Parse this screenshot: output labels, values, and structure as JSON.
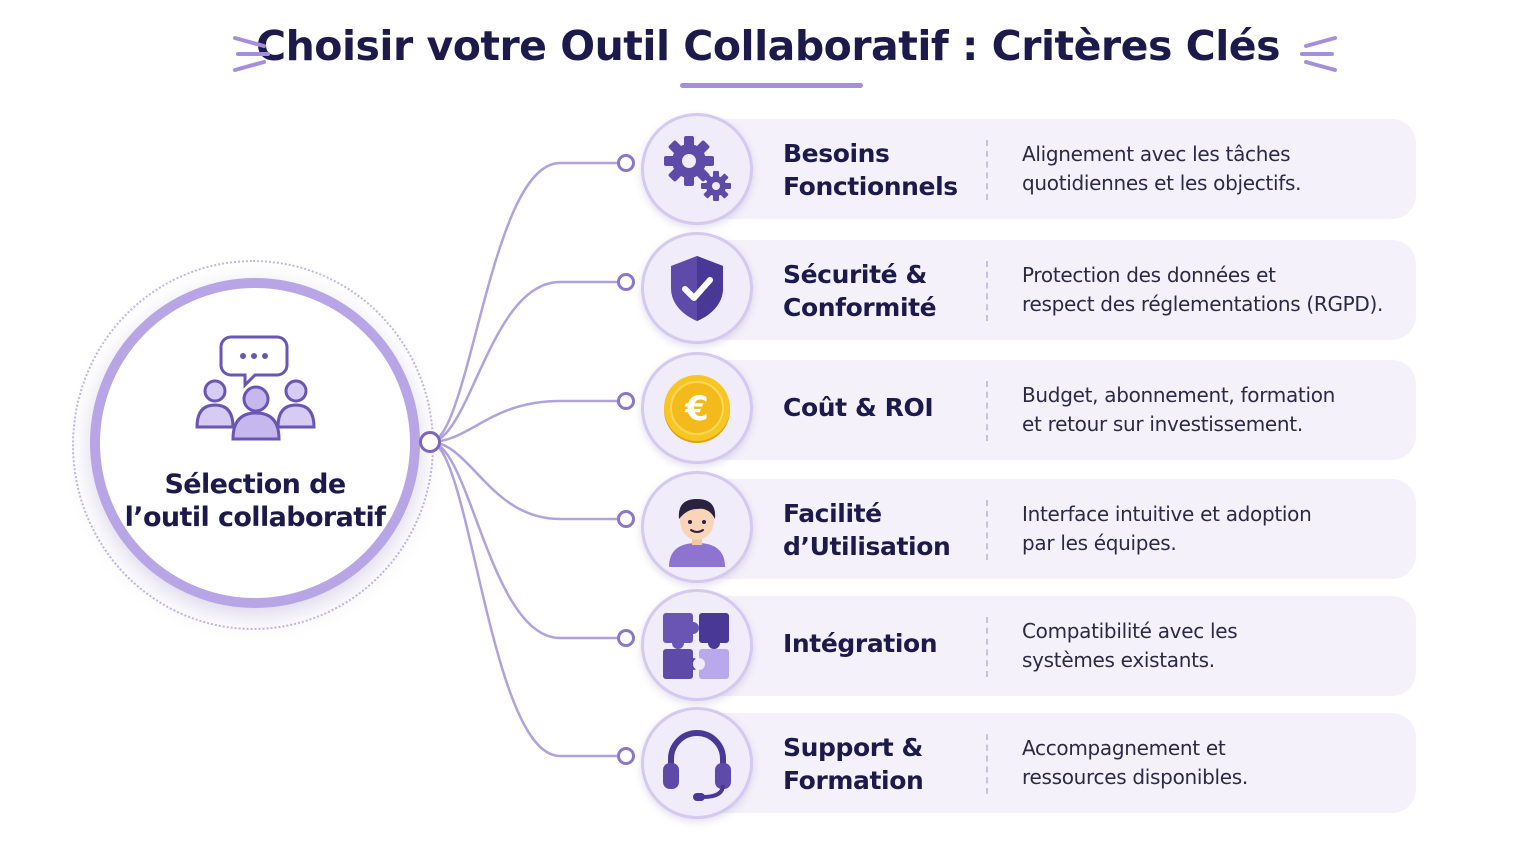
{
  "title": "Choisir votre Outil Collaboratif : Critères Clés",
  "hub": {
    "lines": [
      "Sélection de",
      "l’outil collaboratif"
    ],
    "icon": "team-chat-icon"
  },
  "colors": {
    "primary": "#6a55b5",
    "light": "#b7a5e6",
    "card_bg": "#f4f1fa",
    "title": "#1c1a4a",
    "coin": "#f4b91a"
  },
  "criteria": [
    {
      "label": [
        "Besoins",
        "Fonctionnels"
      ],
      "desc": [
        "Alignement avec les tâches",
        "quotidiennes et les objectifs."
      ],
      "icon": "gears-icon"
    },
    {
      "label": [
        "Sécurité &",
        "Conformité"
      ],
      "desc": [
        "Protection des données et",
        "respect des réglementations (RGPD)."
      ],
      "icon": "shield-check-icon"
    },
    {
      "label": [
        "Coût & ROI"
      ],
      "desc": [
        "Budget, abonnement, formation",
        "et retour sur investissement."
      ],
      "icon": "euro-coin-icon"
    },
    {
      "label": [
        "Facilité",
        "d’Utilisation"
      ],
      "desc": [
        "Interface intuitive et adoption",
        "par les équipes."
      ],
      "icon": "user-avatar-icon"
    },
    {
      "label": [
        "Intégration"
      ],
      "desc": [
        "Compatibilité avec les",
        "systèmes existants."
      ],
      "icon": "puzzle-icon"
    },
    {
      "label": [
        "Support &",
        "Formation"
      ],
      "desc": [
        "Accompagnement et",
        "ressources disponibles."
      ],
      "icon": "headset-icon"
    }
  ]
}
